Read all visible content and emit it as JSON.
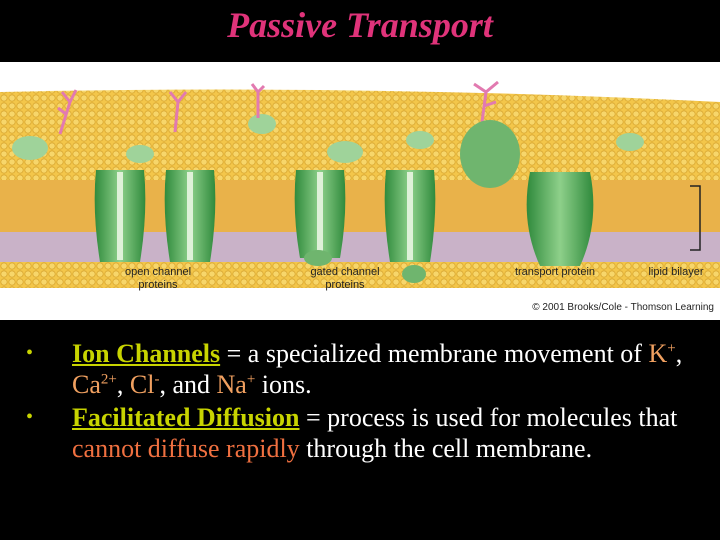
{
  "title": "Passive Transport",
  "figure": {
    "labels": {
      "open": [
        "open channel",
        "proteins"
      ],
      "gated": [
        "gated channel",
        "proteins"
      ],
      "transport": "transport protein",
      "lipid": "lipid bilayer"
    },
    "credit": "© 2001 Brooks/Cole - Thomson Learning"
  },
  "bullets": {
    "b1": {
      "term": "Ion Channels",
      "text1": " = a specialized membrane movement of ",
      "ion1": "K",
      "sup1": "+",
      "sep1": ", ",
      "ion2": "Ca",
      "sup2": "2+",
      "sep2": ", ",
      "ion3": "Cl",
      "sup3": "-",
      "sep3": ", and ",
      "ion4": "Na",
      "sup4": "+",
      "text2": " ions."
    },
    "b2": {
      "term": "Facilitated Diffusion",
      "text1": " = process is used for molecules that ",
      "highlight": "cannot diffuse rapidly",
      "text2": " through the cell membrane."
    }
  }
}
